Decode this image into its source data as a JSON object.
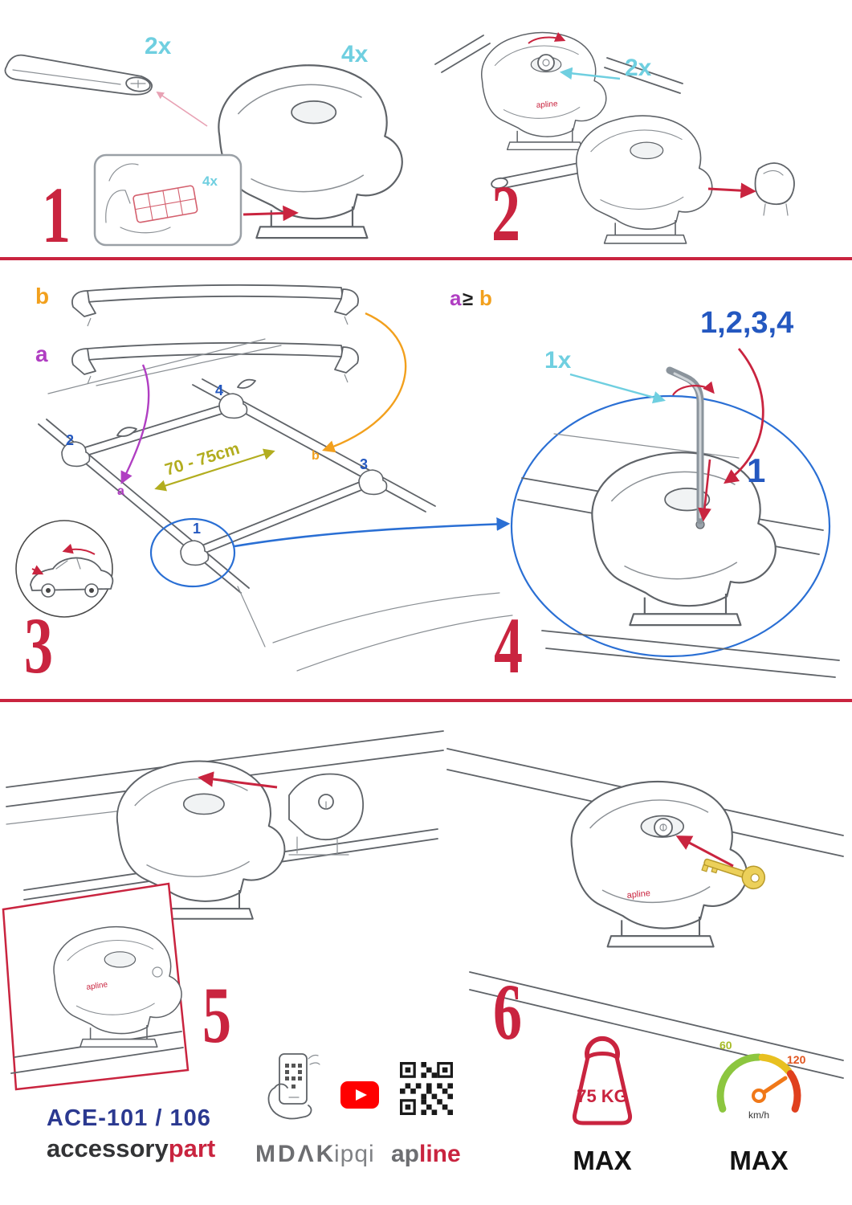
{
  "colors": {
    "accent_red": "#c9243f",
    "cyan": "#6fcfe0",
    "blue": "#2a6fd4",
    "position_blue": "#2458c0",
    "navy": "#2b3990",
    "purple": "#b03ec2",
    "orange": "#f2a01d",
    "olive": "#b2ad1f",
    "gray": "#6d6e71",
    "green": "#8cc63f",
    "youtube_red": "#ff0000",
    "key_gold": "#ecd05a"
  },
  "step1": {
    "number": "1",
    "bar_qty": "2x",
    "foot_qty": "4x",
    "pad_qty": "4x"
  },
  "step2": {
    "number": "2",
    "key_qty": "2x",
    "brand": "apline"
  },
  "step3": {
    "number": "3",
    "bar_b": "b",
    "bar_a": "a",
    "rule_a": "a",
    "rule_op": "≥",
    "rule_b": "b",
    "distance": "70 - 75cm",
    "pos": [
      "1",
      "2",
      "3",
      "4"
    ],
    "mark_a": "a",
    "mark_b": "b"
  },
  "step4": {
    "number": "4",
    "tool_qty": "1x",
    "sequence": "1,2,3,4",
    "first": "1"
  },
  "step5": {
    "number": "5",
    "brand": "apline"
  },
  "step6": {
    "number": "6",
    "brand": "apline"
  },
  "footer": {
    "model": "ACE-101 / 106",
    "brand_black": "accessory",
    "brand_red": "part",
    "partner_mdak": "MDΛK",
    "partner_ipqi": "ipqi",
    "apline_gray": "ap",
    "apline_red": "line",
    "weight_value": "75 KG",
    "weight_max": "MAX",
    "speed_60": "60",
    "speed_120": "120",
    "speed_unit": "km/h",
    "speed_max": "MAX"
  }
}
